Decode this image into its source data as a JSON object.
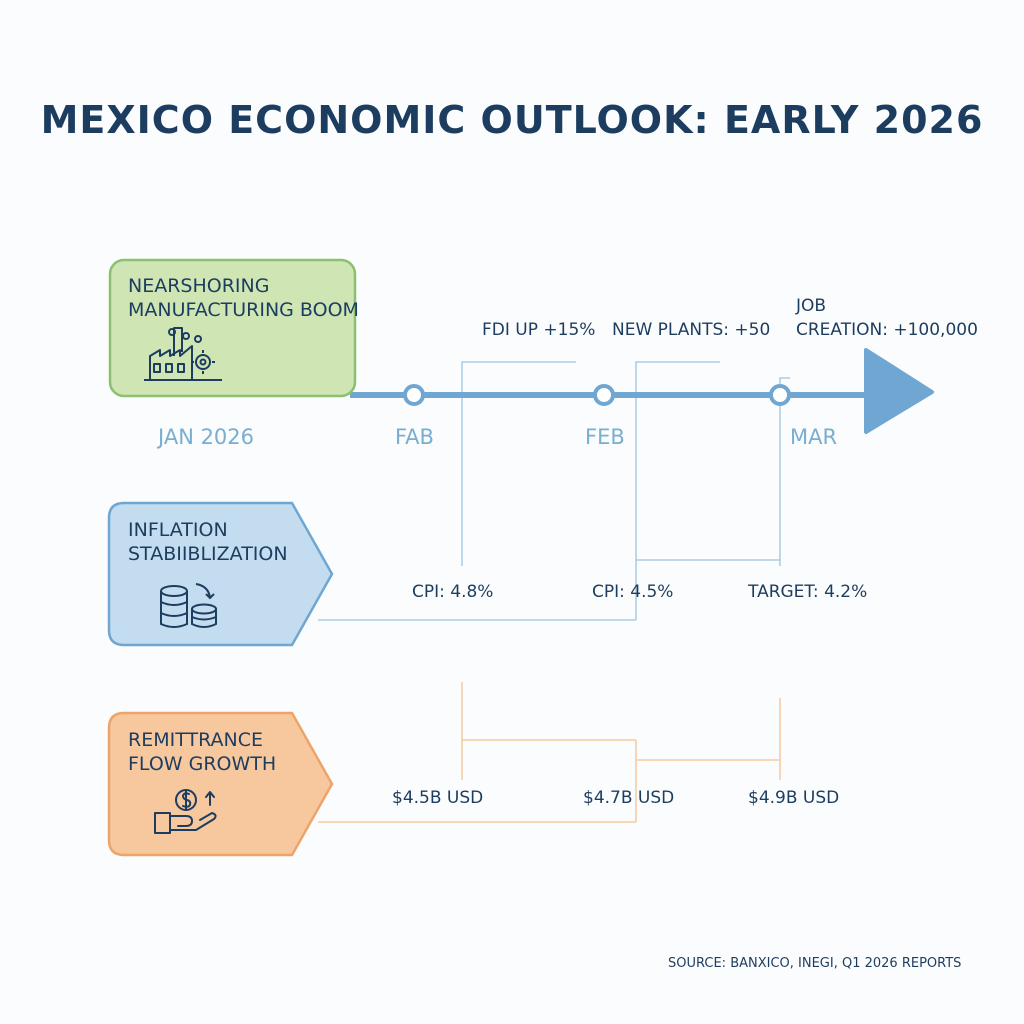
{
  "title": "MEXICO ECONOMIC OUTLOOK: EARLY 2026",
  "colors": {
    "navy": "#1c3d5f",
    "timeline": "#6fa7d2",
    "green": "#cfe5b4",
    "blue": "#c3dcef",
    "orange": "#f7c79e"
  },
  "boxes": {
    "nearshoring": {
      "title_line1": "NEARSHORING",
      "title_line2": "MANUFACTURING BOOM",
      "icon": "factory-gear-icon"
    },
    "inflation": {
      "title_line1": "INFLATION",
      "title_line2": "STABIIBLIZATION",
      "icon": "coin-stack-icon"
    },
    "remittance": {
      "title_line1": "REMITTRANCE",
      "title_line2": "FLOW GROWTH",
      "icon": "hand-dollar-icon"
    }
  },
  "timeline": {
    "months": [
      "JAN 2026",
      "FAB",
      "FEB",
      "MAR"
    ],
    "events": [
      "FDI UP +15%",
      "NEW PLANTS: +50",
      "JOB",
      "CREATION: +100,000"
    ]
  },
  "inflation_values": [
    "CPI: 4.8%",
    "CPI: 4.5%",
    "TARGET: 4.2%"
  ],
  "remittance_values": [
    "$4.5B USD",
    "$4.7B USD",
    "$4.9B USD"
  ],
  "source": "SOURCE: BANXICO, INEGI, Q1 2026 REPORTS"
}
